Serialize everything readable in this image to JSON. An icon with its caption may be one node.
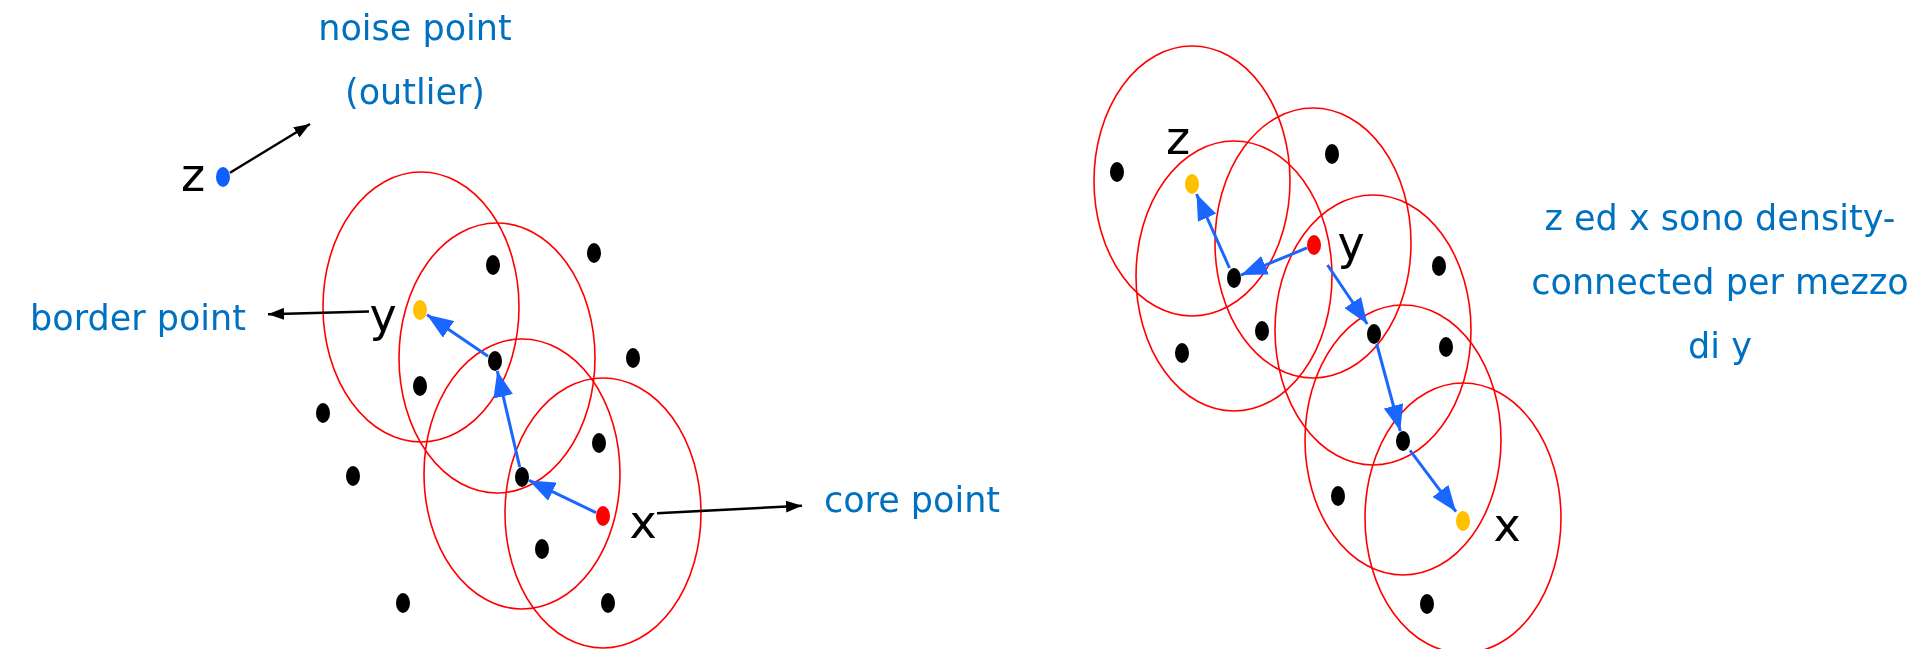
{
  "diagram": {
    "nodes": [
      {
        "text": [
          "noise point (outlier)"
        ]
      },
      {
        "text": [],
        "shape": "circle",
        "beside": [
          "z"
        ]
      },
      {
        "text": [
          "border point"
        ]
      },
      {
        "text": [],
        "shape": "circle",
        "beside": [
          "y"
        ]
      },
      {
        "text": [],
        "shape": "circle"
      },
      {
        "text": [],
        "shape": "circle"
      },
      {
        "text": [],
        "shape": "circle"
      },
      {
        "text": [],
        "shape": "circle"
      },
      {
        "text": [],
        "shape": "circle"
      },
      {
        "text": [],
        "shape": "circle"
      },
      {
        "text": [],
        "shape": "circle"
      },
      {
        "text": [],
        "shape": "circle"
      },
      {
        "text": [],
        "shape": "circle"
      },
      {
        "text": [],
        "shape": "circle",
        "beside": [
          "x"
        ]
      },
      {
        "text": [
          "core point"
        ]
      },
      {
        "text": [],
        "shape": "circle"
      },
      {
        "text": [],
        "shape": "circle"
      },
      {
        "text": [],
        "shape": "circle"
      },
      {
        "text": [],
        "shape": "circle"
      },
      {
        "text": [],
        "shape": "circle"
      },
      {
        "text": [],
        "shape": "circle",
        "beside": [
          "z"
        ]
      },
      {
        "text": [],
        "shape": "circle",
        "beside": [
          "y"
        ]
      },
      {
        "text": [
          "z ed x sono density-connected per mezzo di y"
        ]
      },
      {
        "text": [],
        "shape": "circle"
      },
      {
        "text": [],
        "shape": "circle"
      },
      {
        "text": [],
        "shape": "circle"
      },
      {
        "text": [],
        "shape": "circle"
      },
      {
        "text": [],
        "shape": "circle"
      },
      {
        "text": [],
        "shape": "circle"
      },
      {
        "text": [],
        "shape": "circle"
      },
      {
        "text": [],
        "shape": "circle"
      },
      {
        "text": [],
        "shape": "circle",
        "beside": [
          "x"
        ]
      },
      {
        "text": [],
        "shape": "circle"
      }
    ],
    "edges": [
      {
        "from": 1,
        "to": 0,
        "arrow": "to",
        "color": "#000000"
      },
      {
        "from": 3,
        "to": 2,
        "arrow": "to",
        "color": "#000000"
      },
      {
        "from": 13,
        "to": 14,
        "arrow": "to",
        "color": "#000000"
      },
      {
        "from": 13,
        "to": 12,
        "arrow": "to"
      },
      {
        "from": 12,
        "to": 7,
        "arrow": "to"
      },
      {
        "from": 7,
        "to": 3,
        "arrow": "to"
      },
      {
        "from": 21,
        "to": 24,
        "arrow": "to"
      },
      {
        "from": 24,
        "to": 20,
        "arrow": "to"
      },
      {
        "from": 21,
        "to": 26,
        "arrow": "to"
      },
      {
        "from": 26,
        "to": 29,
        "arrow": "to"
      },
      {
        "from": 29,
        "to": 31,
        "arrow": "to"
      }
    ]
  }
}
